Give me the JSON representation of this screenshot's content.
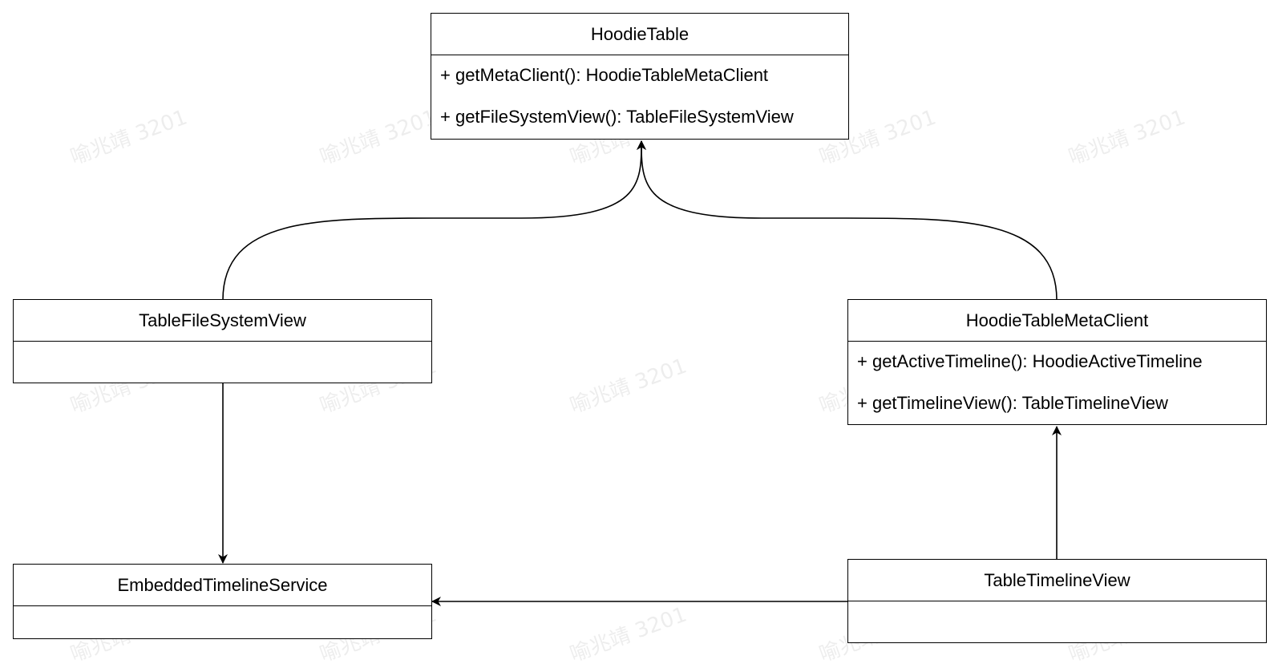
{
  "watermark_text": "喻兆靖 3201",
  "classes": {
    "hoodie_table": {
      "name": "HoodieTable",
      "members": [
        "+ getMetaClient(): HoodieTableMetaClient",
        "+ getFileSystemView(): TableFileSystemView"
      ]
    },
    "table_file_system_view": {
      "name": "TableFileSystemView",
      "members": []
    },
    "hoodie_table_meta_client": {
      "name": "HoodieTableMetaClient",
      "members": [
        "+ getActiveTimeline(): HoodieActiveTimeline",
        "+ getTimelineView(): TableTimelineView"
      ]
    },
    "embedded_timeline_service": {
      "name": "EmbeddedTimelineService",
      "members": []
    },
    "table_timeline_view": {
      "name": "TableTimelineView",
      "members": []
    }
  },
  "relations": [
    {
      "from": "TableFileSystemView",
      "to": "HoodieTable"
    },
    {
      "from": "HoodieTableMetaClient",
      "to": "HoodieTable"
    },
    {
      "from": "TableFileSystemView",
      "to": "EmbeddedTimelineService"
    },
    {
      "from": "TableTimelineView",
      "to": "HoodieTableMetaClient"
    },
    {
      "from": "TableTimelineView",
      "to": "EmbeddedTimelineService"
    }
  ]
}
